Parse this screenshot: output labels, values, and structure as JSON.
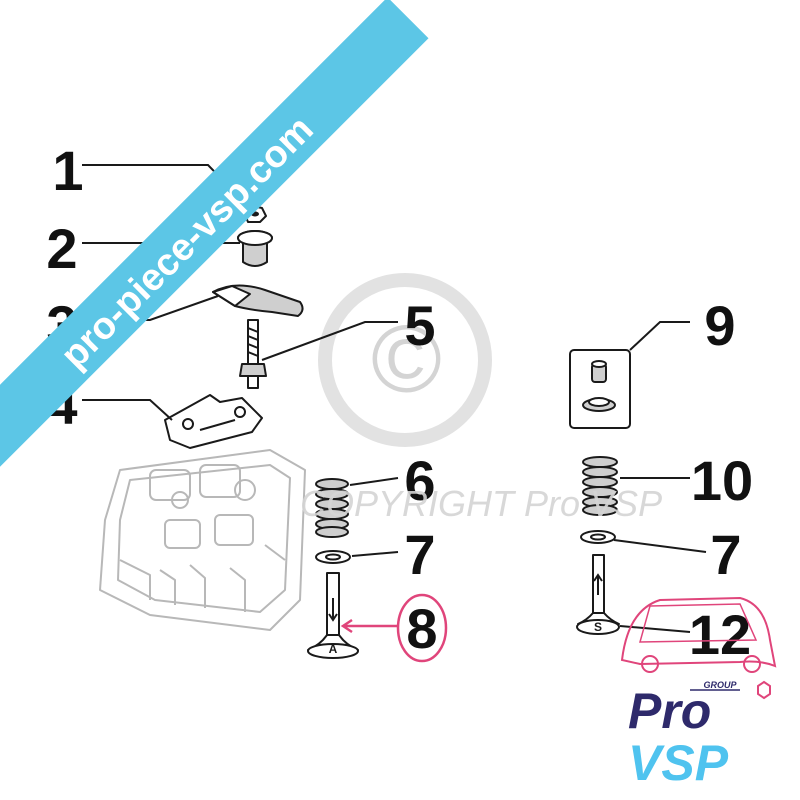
{
  "watermark": {
    "banner_text": "pro-piece-vsp.com",
    "copyright_symbol": "©",
    "copyright_text": "COPYRIGHT Pro VSP"
  },
  "logo": {
    "group_label": "GROUP",
    "line1": "Pro",
    "line2": "VSP"
  },
  "callouts": [
    {
      "id": "1",
      "label": "1"
    },
    {
      "id": "2",
      "label": "2"
    },
    {
      "id": "3",
      "label": "3"
    },
    {
      "id": "4",
      "label": "4"
    },
    {
      "id": "5",
      "label": "5"
    },
    {
      "id": "6",
      "label": "6"
    },
    {
      "id": "7a",
      "label": "7"
    },
    {
      "id": "8",
      "label": "8",
      "highlighted": true
    },
    {
      "id": "9",
      "label": "9"
    },
    {
      "id": "10",
      "label": "10"
    },
    {
      "id": "7b",
      "label": "7"
    },
    {
      "id": "12",
      "label": "12"
    }
  ],
  "valve_marks": {
    "intake": "A",
    "exhaust": "S"
  },
  "colors": {
    "banner": "#5cc6e6",
    "highlight": "#e0457b",
    "logo_dark": "#2e2a6b",
    "logo_light": "#4fc3ef"
  }
}
